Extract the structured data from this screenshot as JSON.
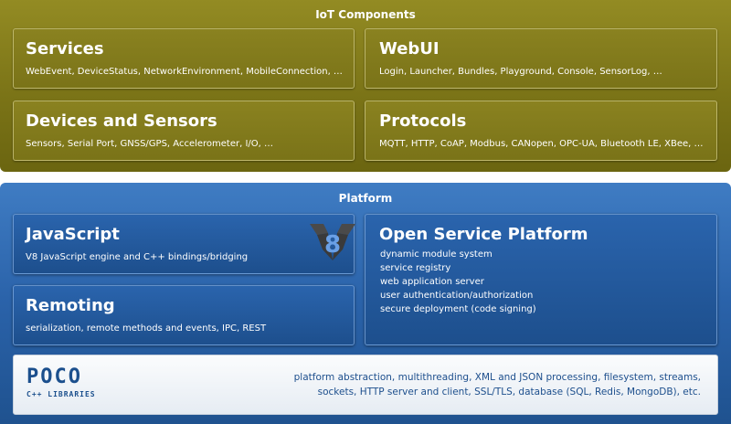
{
  "iot": {
    "title": "IoT Components",
    "boxes": [
      {
        "title": "Services",
        "desc": "WebEvent, DeviceStatus, NetworkEnvironment, MobileConnection, …"
      },
      {
        "title": "WebUI",
        "desc": "Login, Launcher, Bundles, Playground, Console, SensorLog, …"
      },
      {
        "title": "Devices and Sensors",
        "desc": "Sensors, Serial Port, GNSS/GPS, Accelerometer, I/O, …"
      },
      {
        "title": "Protocols",
        "desc": "MQTT, HTTP, CoAP, Modbus, CANopen, OPC-UA, Bluetooth LE, XBee, …"
      }
    ]
  },
  "platform": {
    "title": "Platform",
    "javascript": {
      "title": "JavaScript",
      "desc": "V8 JavaScript engine and C++ bindings/bridging",
      "logo_text": "8"
    },
    "remoting": {
      "title": "Remoting",
      "desc": "serialization, remote methods and events, IPC, REST"
    },
    "osp": {
      "title": "Open Service Platform",
      "items": [
        "dynamic module system",
        "service registry",
        "web application server",
        "user authentication/authorization",
        "secure deployment (code signing)"
      ]
    },
    "poco": {
      "logo_main": "POCO",
      "logo_sub": "C++ LIBRARIES",
      "desc_line1": "platform abstraction, multithreading, XML and JSON processing, filesystem, streams,",
      "desc_line2": "sockets, HTTP server and client, SSL/TLS, database (SQL, Redis, MongoDB), etc."
    }
  },
  "colors": {
    "iot_bg": "#7b7417",
    "platform_bg": "#2a62a9",
    "poco_text": "#1b4f8d"
  },
  "icons": [
    "v8-logo-icon",
    "poco-logo"
  ]
}
